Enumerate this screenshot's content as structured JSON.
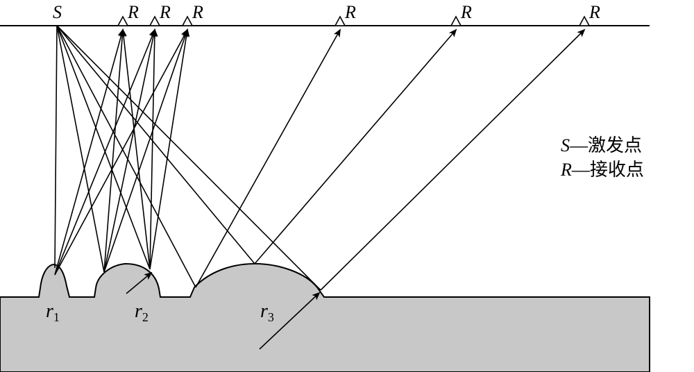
{
  "source_label": "S",
  "receiver_label": "R",
  "bump_labels": [
    {
      "main": "r",
      "sub": "1"
    },
    {
      "main": "r",
      "sub": "2"
    },
    {
      "main": "r",
      "sub": "3"
    }
  ],
  "legend": [
    {
      "symbol": "S",
      "text": "—激发点"
    },
    {
      "symbol": "R",
      "text": "—接收点"
    }
  ],
  "colors": {
    "line": "#000000",
    "ground_fill": "#c8c8c8",
    "background": "#ffffff"
  }
}
